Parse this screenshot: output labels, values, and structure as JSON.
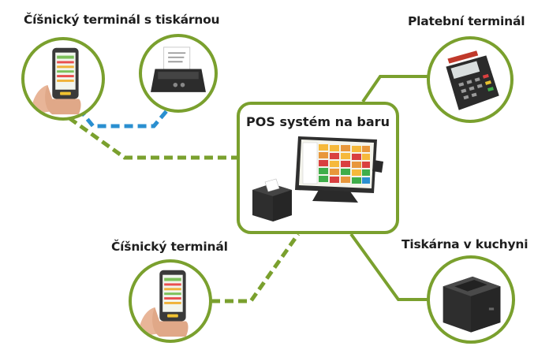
{
  "diagram": {
    "hub": {
      "title": "POS systém na baru"
    },
    "nodes": {
      "waiter_printer": {
        "title": "Číšnický terminál s tiskárnou"
      },
      "payment": {
        "title": "Platební terminál"
      },
      "waiter": {
        "title": "Číšnický terminál"
      },
      "kitchen": {
        "title": "Tiskárna v kuchyni"
      }
    }
  },
  "colors": {
    "accent_green": "#7aa02e",
    "link_blue": "#2a8fd0",
    "link_dashed_green": "#7aa02e"
  },
  "icons": [
    "phone-icon",
    "receipt-printer-icon",
    "card-terminal-icon",
    "pos-monitor-icon",
    "kitchen-printer-icon",
    "hand-icon"
  ]
}
